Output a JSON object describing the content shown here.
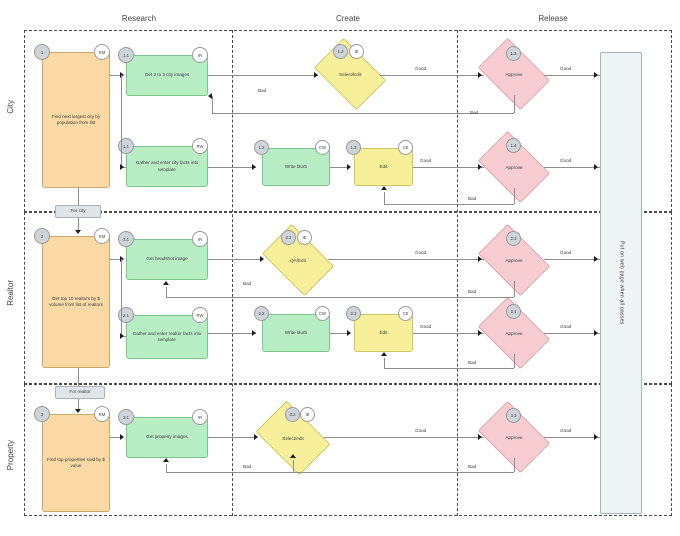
{
  "columns": [
    {
      "id": "research",
      "label": "Research"
    },
    {
      "id": "create",
      "label": "Create"
    },
    {
      "id": "release",
      "label": "Release"
    }
  ],
  "lanes": [
    {
      "id": "city",
      "label": "City"
    },
    {
      "id": "realtor",
      "label": "Realtor"
    },
    {
      "id": "property",
      "label": "Property"
    }
  ],
  "edge_labels": {
    "good": "Good",
    "bad": "Bad"
  },
  "gateways": [
    {
      "id": "for-city",
      "label": "For city"
    },
    {
      "id": "for-realtor",
      "label": "For realtor"
    }
  ],
  "final": {
    "label": "Put on web page when all passes"
  },
  "nodes": {
    "city": {
      "source": {
        "text": "Find next largest city by population from list",
        "num": "1",
        "role": "RM"
      },
      "images": {
        "text": "Get 2 to 3 city images",
        "num": "1.1",
        "role": "IR"
      },
      "facts": {
        "text": "Gather and enter city facts into template",
        "num": "1.1",
        "role": "RW"
      },
      "select": {
        "text": "Select/Edit",
        "num": "1.2",
        "role": "IE"
      },
      "blurb": {
        "text": "Write blurb",
        "num": "1.2",
        "role": "CW"
      },
      "edit": {
        "text": "Edit",
        "num": "1.3",
        "role": "CE"
      },
      "approve1": {
        "text": "Approve",
        "num": "1.3"
      },
      "approve2": {
        "text": "Approve",
        "num": "1.4"
      }
    },
    "realtor": {
      "source": {
        "text": "Get top 10 realtors by $ volume from list of realtors",
        "num": "2",
        "role": "RM"
      },
      "images": {
        "text": "Get headshot image",
        "num": "2.1",
        "role": "IR"
      },
      "facts": {
        "text": "Gather and enter realtor facts into template",
        "num": "2.1",
        "role": "RW"
      },
      "select": {
        "text": "QA/Edit",
        "num": "2.2",
        "role": "IE"
      },
      "blurb": {
        "text": "Write blurb",
        "num": "2.2",
        "role": "CW"
      },
      "edit": {
        "text": "Edit",
        "num": "2.3",
        "role": "CE"
      },
      "approve1": {
        "text": "Approve",
        "num": "2.3"
      },
      "approve2": {
        "text": "Approve",
        "num": "2.4"
      }
    },
    "property": {
      "source": {
        "text": "Find top properties sold by $ value",
        "num": "3",
        "role": "RM"
      },
      "images": {
        "text": "Get property images",
        "num": "3.1",
        "role": "IR"
      },
      "select": {
        "text": "Select/edit",
        "num": "3.2",
        "role": "IE"
      },
      "approve1": {
        "text": "Approve",
        "num": "3.3"
      }
    }
  },
  "colors": {
    "source": "#fbd9a5",
    "research": "#b8eec4",
    "create": "#f7ef9a",
    "approve": "#f8cdd2",
    "gateway": "#dfe5e8",
    "final": "#eef3f4",
    "badge_grey": "#ced4da",
    "line": "#8d8d8d"
  }
}
